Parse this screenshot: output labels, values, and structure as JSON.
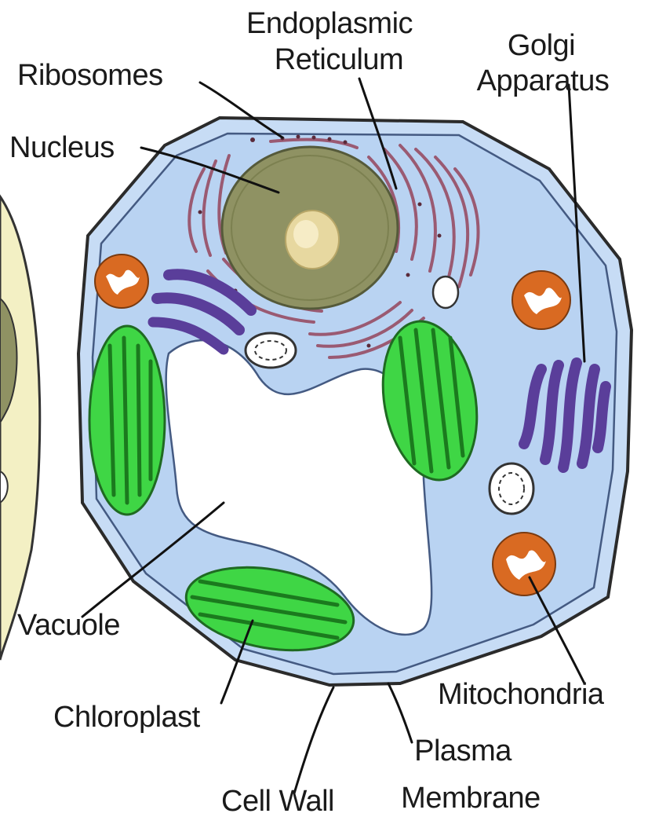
{
  "labels": {
    "ribosomes": "Ribosomes",
    "nucleus": "Nucleus",
    "er_line1": "Endoplasmic",
    "er_line2": "Reticulum",
    "golgi_line1": "Golgi",
    "golgi_line2": "Apparatus",
    "vacuole": "Vacuole",
    "chloroplast": "Chloroplast",
    "cell_wall": "Cell Wall",
    "plasma_line1": "Plasma",
    "plasma_line2": "Membrane",
    "mitochondria": "Mitochondria"
  },
  "colors": {
    "cytoplasm": "#b9d3f2",
    "cell_wall": "#2b2b2b",
    "nucleus": "#8f9263",
    "nucleolus": "#e7d8a0",
    "chloroplast": "#3fd645",
    "thylakoid": "#1b7a1e",
    "golgi": "#5a3e9a",
    "mitochondria": "#d96a22",
    "er": "#9a5a72",
    "neighbor_cell": "#f3f0c4"
  }
}
